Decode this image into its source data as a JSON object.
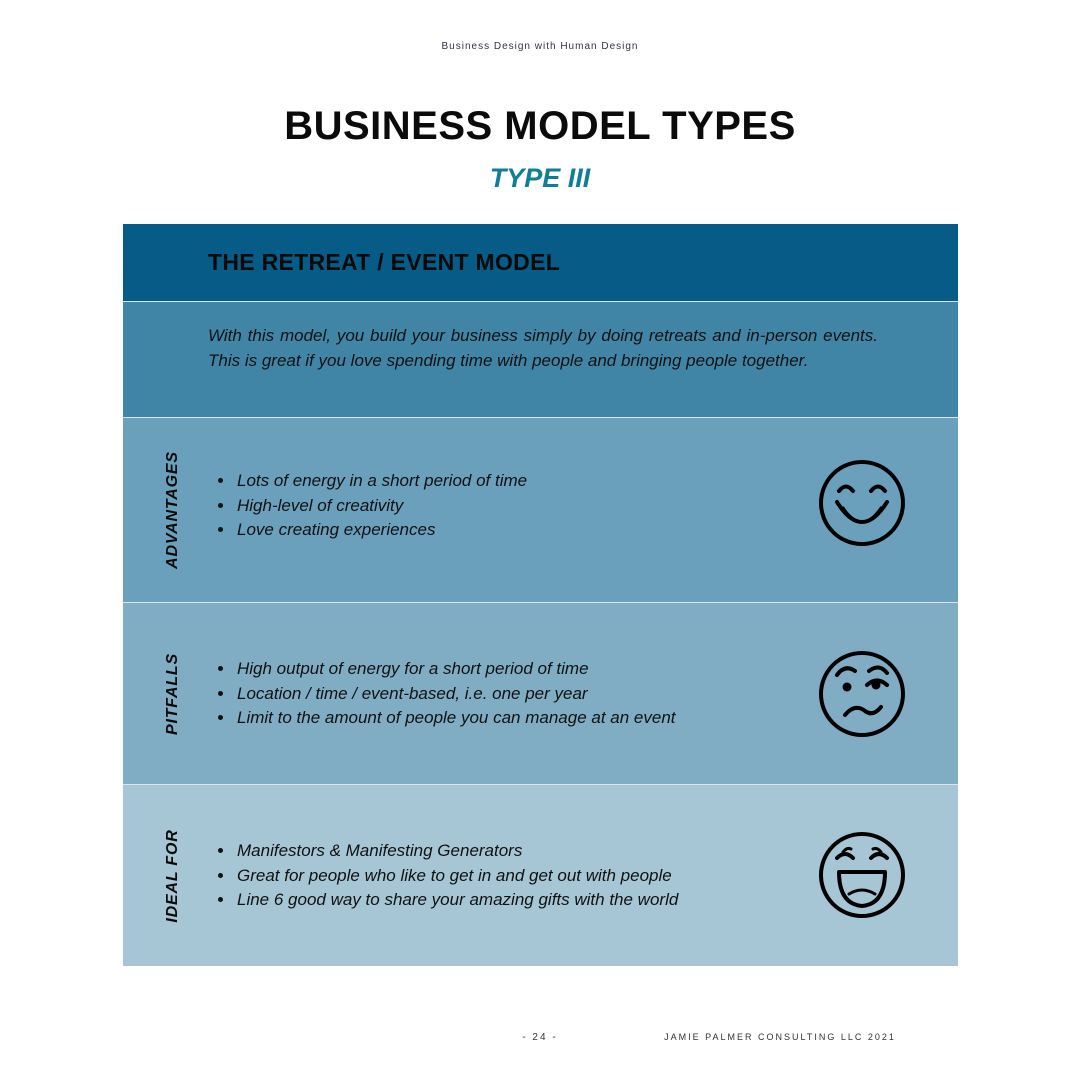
{
  "header": {
    "top_line": "Business Design with Human Design",
    "title": "BUSINESS MODEL TYPES",
    "subtitle": "TYPE III"
  },
  "card": {
    "title": "THE RETREAT / EVENT MODEL",
    "description": "With this model, you build your business simply by doing retreats and in-person events. This is great if you love spending time with people and bringing people together.",
    "sections": [
      {
        "label": "ADVANTAGES",
        "icon": "smiling-face-icon",
        "items": [
          "Lots of energy in a short period of time",
          "High-level of creativity",
          "Love creating experiences"
        ]
      },
      {
        "label": "PITFALLS",
        "icon": "confused-face-icon",
        "items": [
          "High output of energy for a short period of time",
          "Location / time / event-based, i.e. one per year",
          "Limit to the amount of people you can manage at an event"
        ]
      },
      {
        "label": "IDEAL FOR",
        "icon": "laughing-face-icon",
        "items": [
          "Manifestors & Manifesting Generators",
          "Great for people who like to get in and get out with people",
          "Line 6 good way to share your amazing gifts with the world"
        ]
      }
    ],
    "colors": {
      "title_bg": "#065c87",
      "description_bg": "#4085a6",
      "advantages_bg": "#6ba0bd",
      "pitfalls_bg": "#80adc4",
      "ideal_bg": "#a6c6d6",
      "accent": "#0f7f95"
    }
  },
  "footer": {
    "page": "- 24 -",
    "company": "JAMIE PALMER CONSULTING LLC 2021"
  }
}
